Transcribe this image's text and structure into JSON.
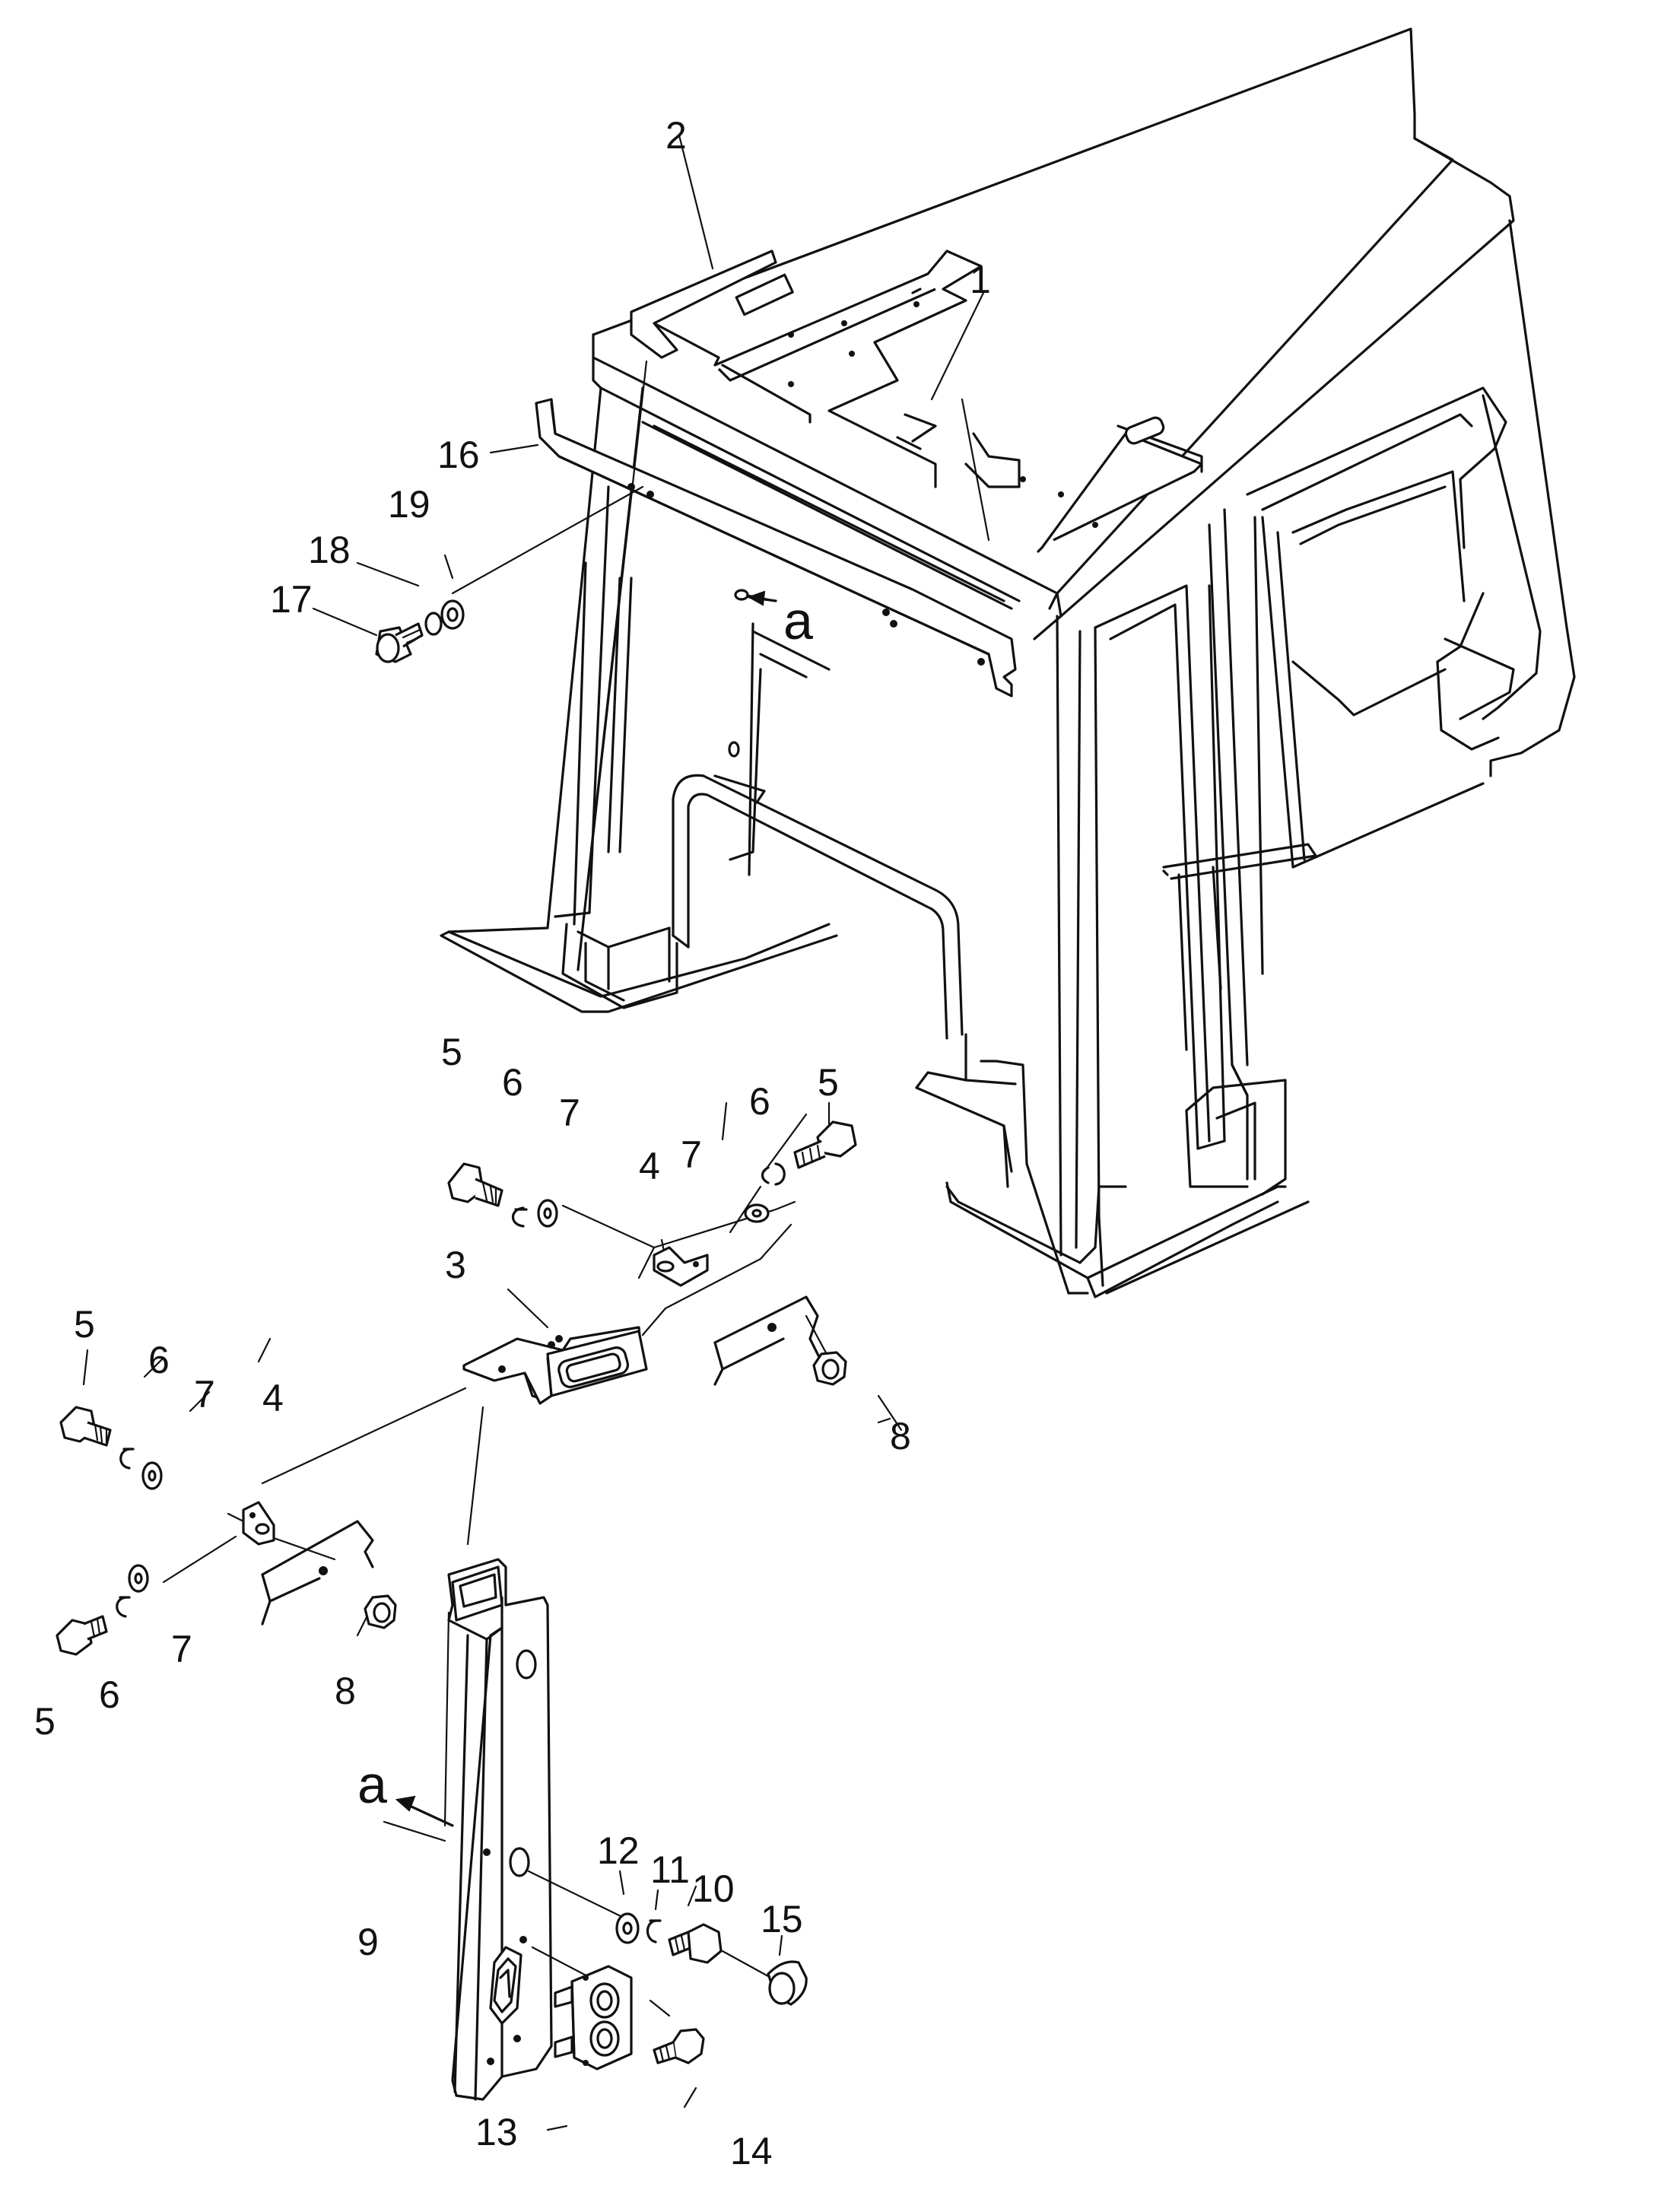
{
  "callouts": [
    {
      "id": "c1",
      "text": "1"
    },
    {
      "id": "c2",
      "text": "2"
    },
    {
      "id": "c3",
      "text": "3"
    },
    {
      "id": "c4a",
      "text": "4"
    },
    {
      "id": "c4b",
      "text": "4"
    },
    {
      "id": "c5a",
      "text": "5"
    },
    {
      "id": "c5b",
      "text": "5"
    },
    {
      "id": "c5c",
      "text": "5"
    },
    {
      "id": "c5d",
      "text": "5"
    },
    {
      "id": "c6a",
      "text": "6"
    },
    {
      "id": "c6b",
      "text": "6"
    },
    {
      "id": "c6c",
      "text": "6"
    },
    {
      "id": "c6d",
      "text": "6"
    },
    {
      "id": "c7a",
      "text": "7"
    },
    {
      "id": "c7b",
      "text": "7"
    },
    {
      "id": "c7c",
      "text": "7"
    },
    {
      "id": "c7d",
      "text": "7"
    },
    {
      "id": "c8a",
      "text": "8"
    },
    {
      "id": "c8b",
      "text": "8"
    },
    {
      "id": "c9",
      "text": "9"
    },
    {
      "id": "c10",
      "text": "10"
    },
    {
      "id": "c11",
      "text": "11"
    },
    {
      "id": "c12",
      "text": "12"
    },
    {
      "id": "c13",
      "text": "13"
    },
    {
      "id": "c14",
      "text": "14"
    },
    {
      "id": "c15",
      "text": "15"
    },
    {
      "id": "c16",
      "text": "16"
    },
    {
      "id": "c17",
      "text": "17"
    },
    {
      "id": "c18",
      "text": "18"
    },
    {
      "id": "c19",
      "text": "19"
    }
  ],
  "view_markers": [
    {
      "id": "va1",
      "text": "a"
    },
    {
      "id": "va2",
      "text": "a"
    }
  ]
}
